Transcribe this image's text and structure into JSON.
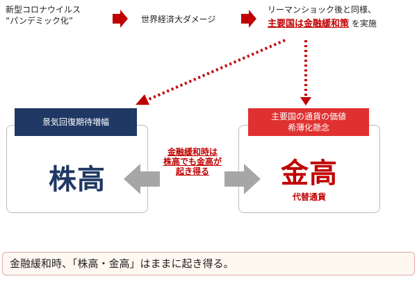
{
  "top_flow": {
    "step1_line1": "新型コロナウイルス",
    "step1_line2": "“パンデミック化”",
    "step2": "世界経済大ダメージ",
    "step3_line1": "リーマンショック後と同様、",
    "step3_emph": "主要国は金融緩和策",
    "step3_suffix": " を実施"
  },
  "left_card": {
    "header": "景気回復期待増幅",
    "value": "株高"
  },
  "right_card": {
    "header_line1": "主要国の通貨の価値",
    "header_line2": "希薄化懸念",
    "value": "金高",
    "subvalue": "代替通貨"
  },
  "center_label": {
    "line1": "金融緩和時は",
    "line2": "株高でも金高が",
    "line3": "起き得る"
  },
  "summary": "金融緩和時、「株高・金高」はままに起き得る。",
  "colors": {
    "navy": "#1f3864",
    "red": "#e03131",
    "dark_red": "#c00000",
    "gray_arrow": "#a6a6a6"
  }
}
